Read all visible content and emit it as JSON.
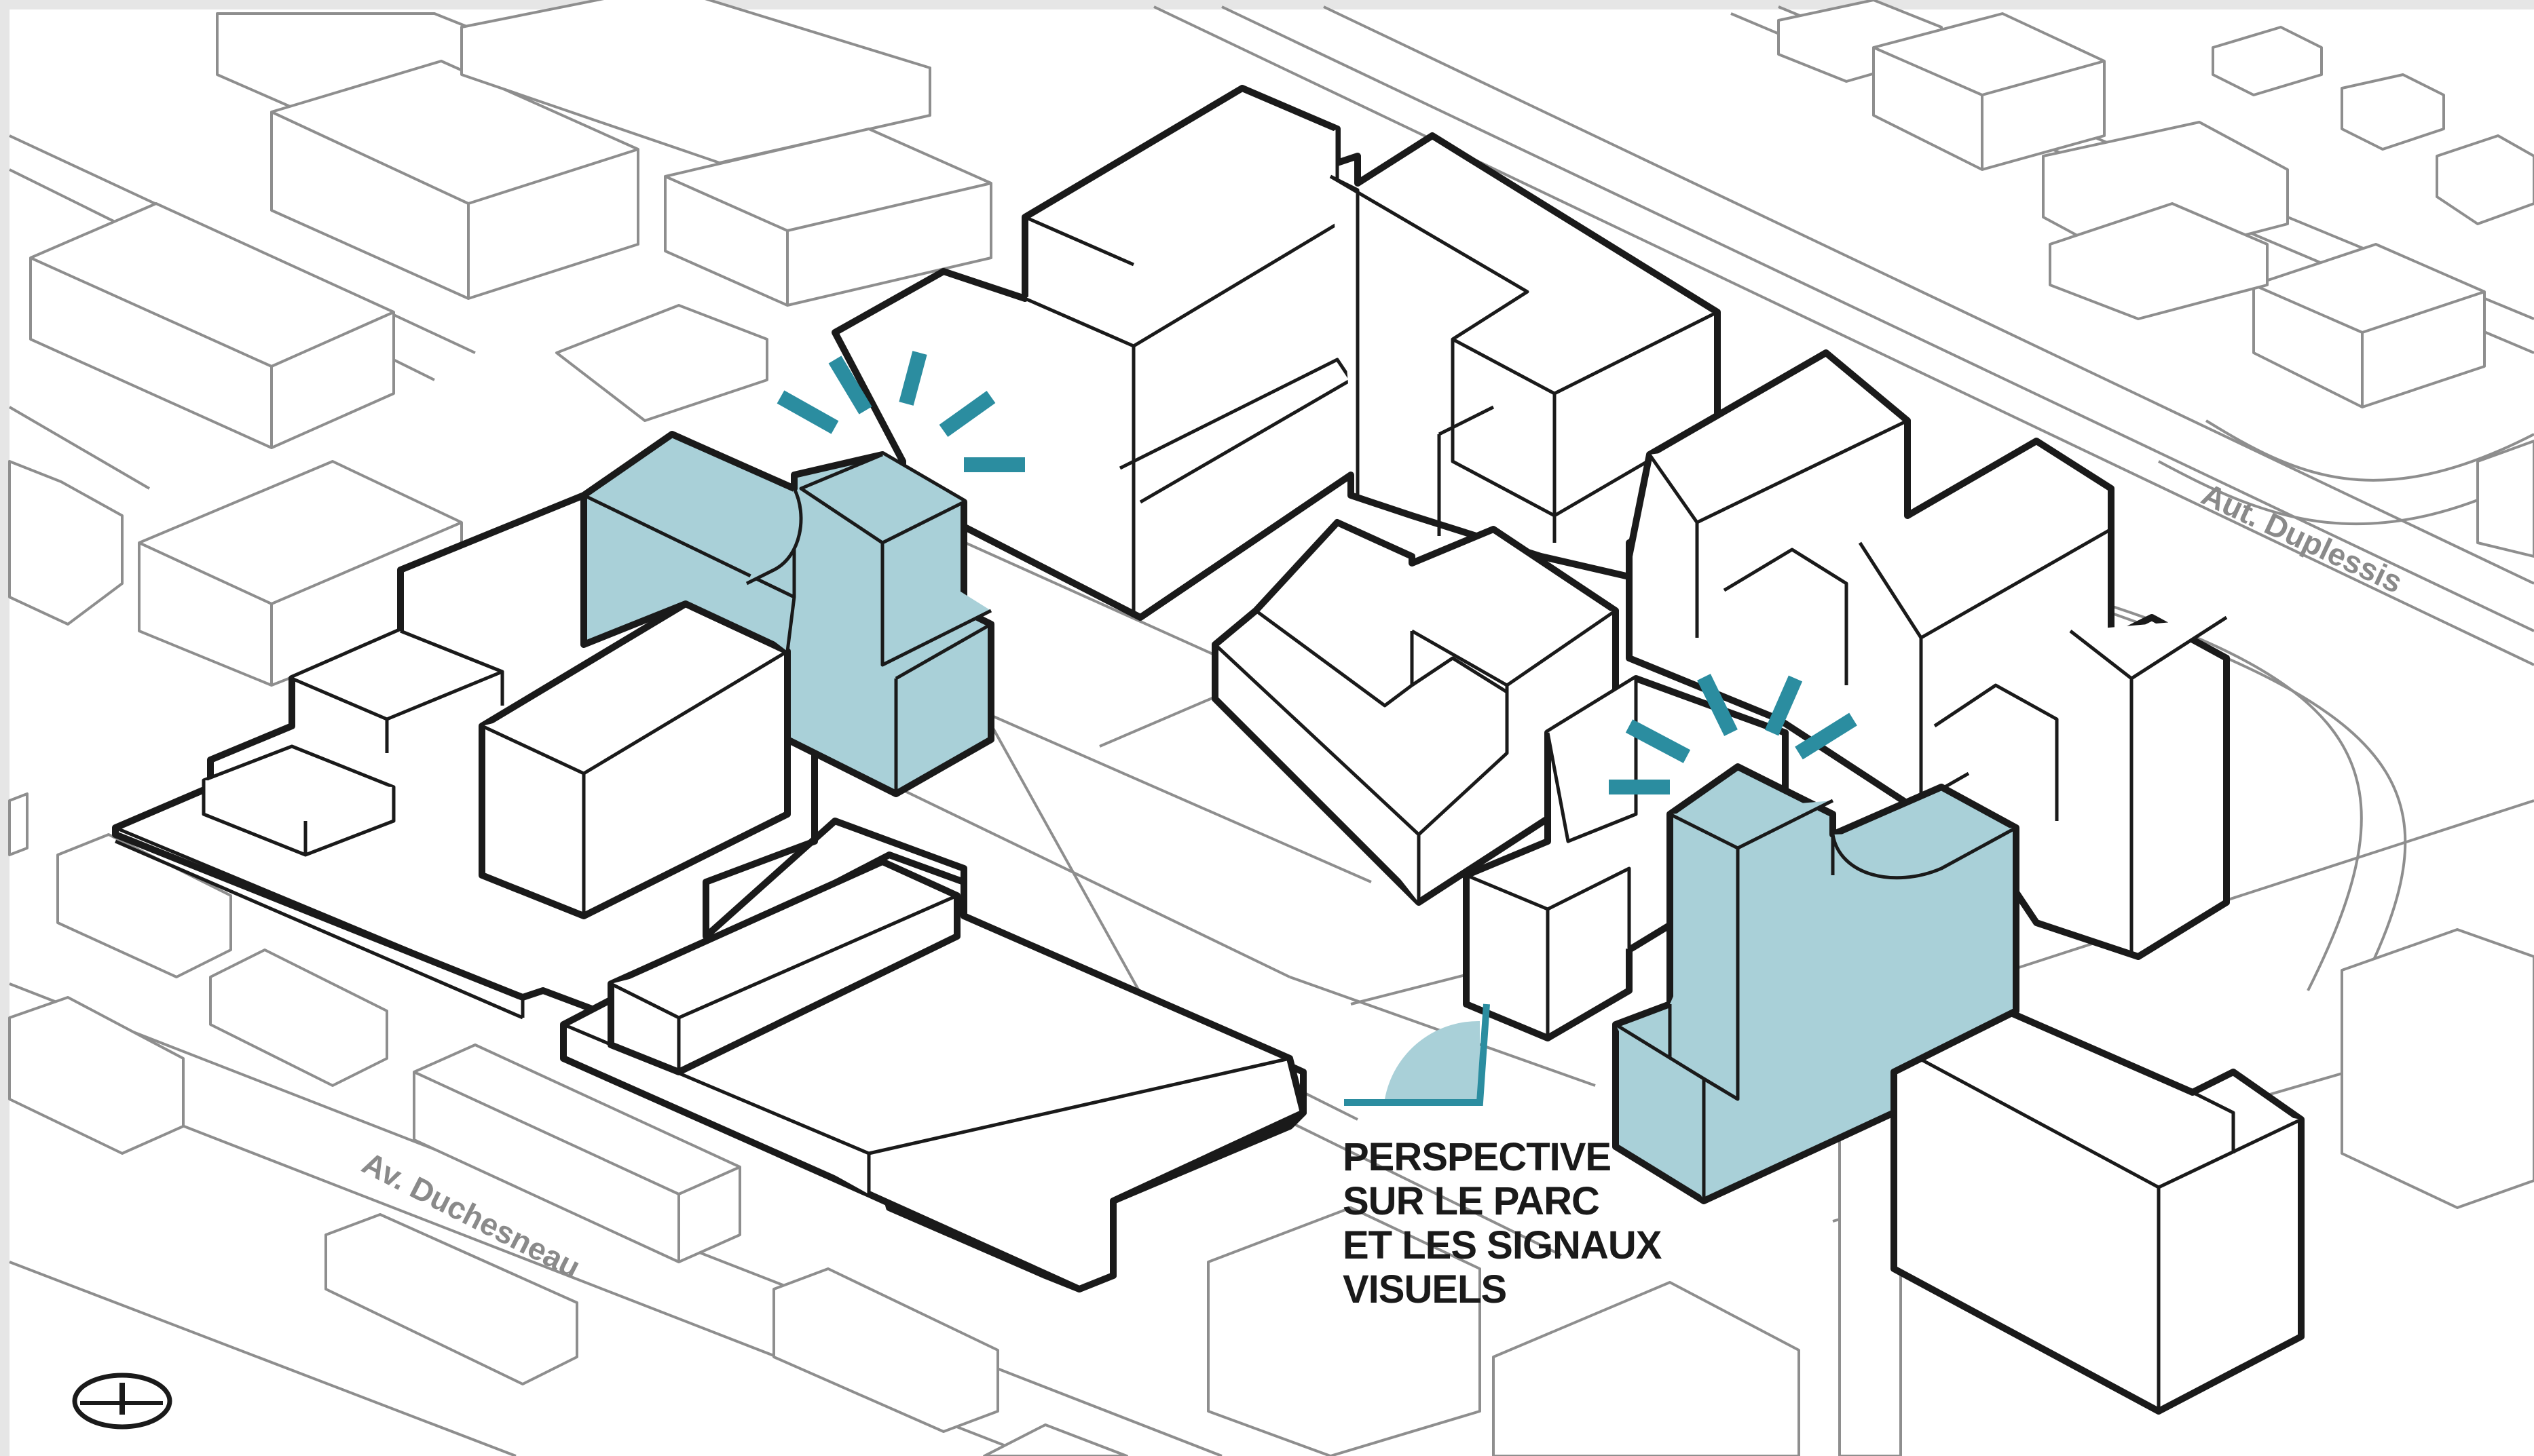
{
  "streets": {
    "duplessis": "Aut. Duplessis",
    "duchesneau": "Av. Duchesneau"
  },
  "callout": {
    "line1": "PERSPECTIVE",
    "line2": "SUR LE PARC",
    "line3": "ET LES SIGNAUX",
    "line4": "VISUELS"
  },
  "colors": {
    "highlight": "#a9d0d8",
    "signal": "#2b8da0",
    "context_line": "#8e8e8e",
    "outline": "#1a1a1a"
  },
  "icons": [
    "north-arrow-icon",
    "viewpoint-icon",
    "visual-signal-icon"
  ]
}
